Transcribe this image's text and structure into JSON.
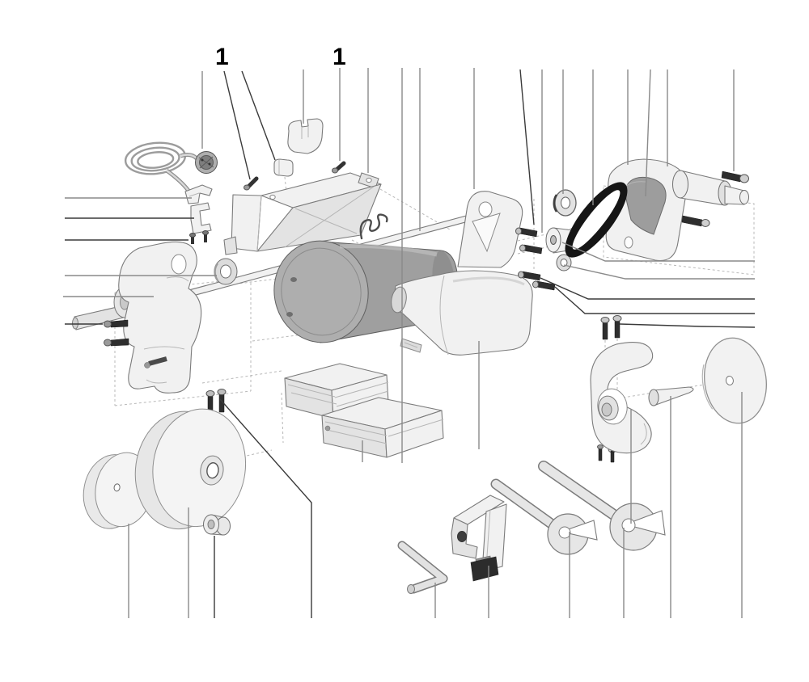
{
  "figure": {
    "type": "exploded-parts-diagram",
    "subject": "bench grinder / polisher exploded view",
    "background": "#ffffff"
  },
  "callouts": [
    "1",
    "1"
  ],
  "palette": {
    "outline": "#7b7b7b",
    "light_fill": "#f1f1f1",
    "mid_fill": "#e3e3e3",
    "motor_fill": "#a2a2a2",
    "belt": "#161616",
    "screw": "#2e2e2e",
    "leader": "#8a8a8a",
    "leader_dark": "#3a3a3a",
    "dash": "#b8b8b8",
    "callout": "#000000"
  },
  "parts": [
    "power-cord-and-plug",
    "cable-clamp-upper",
    "cable-clamp-lower",
    "cable-clamp-screws",
    "brush-holder-bracket",
    "hex-nut",
    "small-screw-left",
    "small-screw-right",
    "top-cover",
    "spring-clip",
    "motor-shaft",
    "motor",
    "left-stand-bracket",
    "bearing-washer",
    "mounting-screws",
    "wheel-set-screws",
    "tool-rest-rail-upper",
    "tool-rest-rail-lower",
    "main-housing",
    "right-bearing-bracket",
    "drive-pulley",
    "pulley-nut",
    "washer",
    "pulley-screws",
    "drive-belt",
    "spindle-arm",
    "spindle-screw",
    "arm-screw",
    "guard-screws",
    "guard-lower-screws",
    "wheel-guard",
    "tapered-arbor",
    "buffing-wheel",
    "backing-disc",
    "grinding-wheel",
    "wheel-flange-nut",
    "allen-key",
    "tool-rest-clamp",
    "open-end-wrench-small",
    "open-end-wrench-large"
  ]
}
